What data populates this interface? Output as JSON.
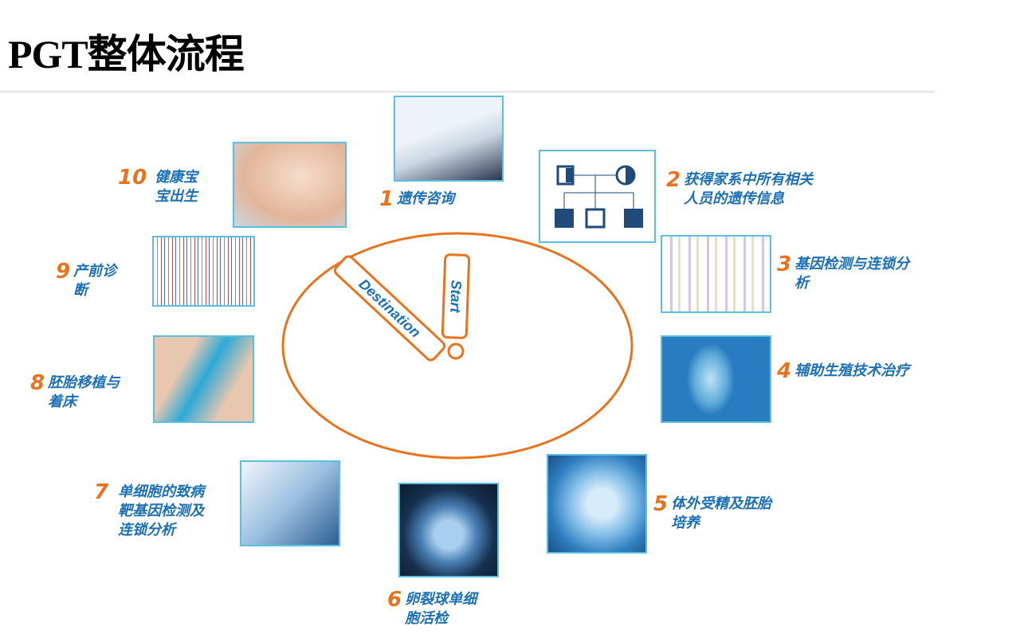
{
  "title": "PGT整体流程",
  "clock": {
    "start": "Start",
    "destination": "Destination"
  },
  "colors": {
    "accent": "#e8731f",
    "label": "#1a6fb5",
    "frame": "#5bbfe0"
  },
  "steps": [
    {
      "num": "1",
      "lines": [
        "遗传咨询"
      ]
    },
    {
      "num": "2",
      "lines": [
        "获得家系中所有相关",
        "人员的遗传信息"
      ]
    },
    {
      "num": "3",
      "lines": [
        "基因检测与连锁分",
        "析"
      ]
    },
    {
      "num": "4",
      "lines": [
        "辅助生殖技术治疗"
      ]
    },
    {
      "num": "5",
      "lines": [
        "体外受精及胚胎",
        "培养"
      ]
    },
    {
      "num": "6",
      "lines": [
        "卵裂球单细",
        "胞活检"
      ]
    },
    {
      "num": "7",
      "lines": [
        "单细胞的致病",
        "靶基因检测及",
        "连锁分析"
      ]
    },
    {
      "num": "8",
      "lines": [
        "胚胎移植与",
        "着床"
      ]
    },
    {
      "num": "9",
      "lines": [
        "产前诊",
        "断"
      ]
    },
    {
      "num": "10",
      "lines": [
        "健康宝",
        "宝出生"
      ]
    }
  ]
}
